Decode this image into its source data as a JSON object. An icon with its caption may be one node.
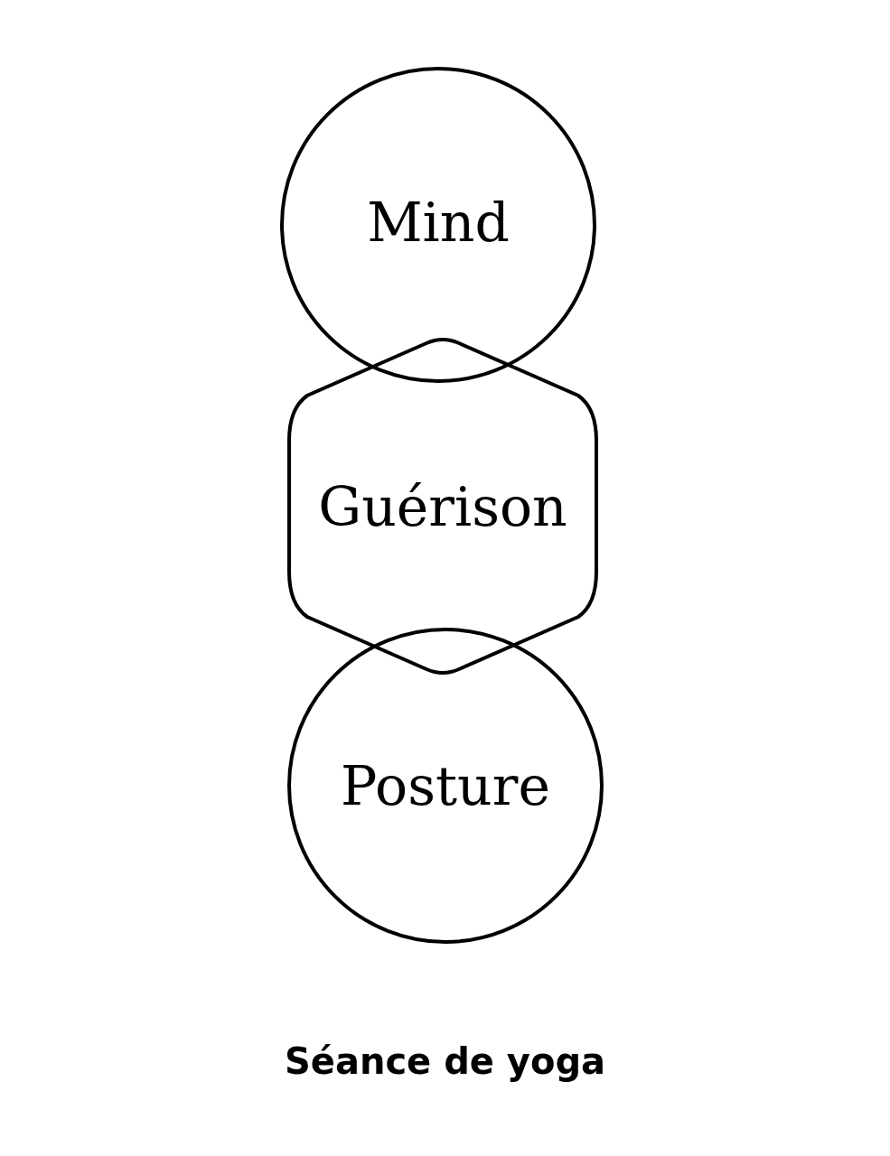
{
  "diagram": {
    "caption": "Séance de yoga",
    "nodes": [
      {
        "text": [
          "Mind"
        ]
      },
      {
        "text": [
          "Guérison"
        ]
      },
      {
        "text": [
          "Posture"
        ]
      }
    ]
  }
}
